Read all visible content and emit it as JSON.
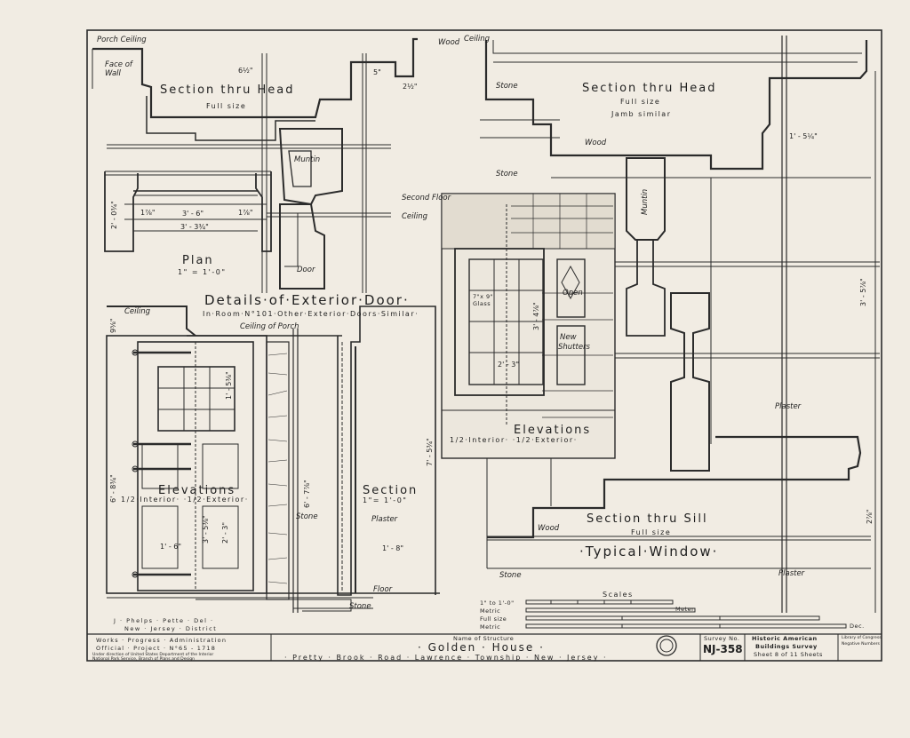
{
  "drawing": {
    "main_title": "Details·of·Exterior·Door·",
    "main_subtitle": "In·Room·N°101·Other·Exterior·Doors·Similar·",
    "door_head_section": {
      "title": "Section thru Head",
      "scale": "Full size"
    },
    "door_plan": {
      "title": "Plan",
      "scale": "1\" = 1'-0\""
    },
    "door_elevations": {
      "title": "Elevations",
      "subtitle": "1/2·Interior·  ·1/2·Exterior·"
    },
    "door_section": {
      "title": "Section",
      "scale": "1\"= 1'-0\""
    },
    "window_head_section": {
      "title": "Section thru Head",
      "scale": "Full size",
      "note": "Jamb similar"
    },
    "window_elevations": {
      "title": "Elevations",
      "subtitle": "1/2·Interior·  ·1/2·Exterior·"
    },
    "window_sill_section": {
      "title": "Section thru Sill",
      "scale": "Full size"
    },
    "typical_window": "·Typical·Window·",
    "notes": {
      "porch_ceiling": "Porch Ceiling",
      "face_of_wall": "Face of",
      "face_of_wall_2": "Wall",
      "wood_1": "Wood",
      "ceiling_1": "Ceiling",
      "muntin_1": "Muntin",
      "door": "Door",
      "ceiling_2": "Ceiling",
      "ceiling_of_porch": "Ceiling of Porch",
      "stone_1": "Stone",
      "plaster_1": "Plaster",
      "floor": "Floor",
      "stone_2": "Stone",
      "stone_3": "Stone",
      "stone_4": "Stone",
      "wood_2": "Wood",
      "second_floor": "Second Floor",
      "ceiling_3": "Ceiling",
      "muntin_2": "Muntin",
      "glass": "7\"x 9\"",
      "glass_2": "Glass",
      "open": "Open",
      "new": "New",
      "shutters": "Shutters",
      "plaster_2": "Plaster",
      "wood_3": "Wood",
      "stone_5": "Stone",
      "plaster_3": "Plaster"
    },
    "dimensions": {
      "d1": "6½\"",
      "d2": "5\"",
      "d3": "2½\"",
      "d4": "9⅝\"",
      "d5": "3' - 6\"",
      "d6": "3' - 3¾\"",
      "d7": "1⅞\"",
      "d8": "1⅞\"",
      "d9": "2' - 0¾\"",
      "d10": "1' - 5⅜\"",
      "d11": "3' - 5⅜\"",
      "d12": "2' - 3\"",
      "d13": "1' - 6\"",
      "d14": "6' - 8¾\"",
      "d15": "6' - 7⅞\"",
      "d16": "7' - 5¾\"",
      "d17": "1' - 8\"",
      "d18": "3' - 4⅞\"",
      "d19": "2' - 3\"",
      "d20": "1' - 5¼\"",
      "d21": "3' - 5⅞\"",
      "d22": "2⅞\""
    },
    "scales": {
      "title": "Scales",
      "row1": "1\" to 1'-0\"",
      "row2": "Metric",
      "row3": "Full size",
      "row4": "Metric",
      "unit": "Meter",
      "dec": "Dec."
    }
  },
  "title_block": {
    "delineators": "J · Phelps · Pette · Del ·",
    "district": "New · Jersey · District",
    "wpa_line1": "Works · Progress · Administration",
    "wpa_line2": "Official · Project · N°65 - 1718",
    "under_direction": "Under direction of United States Department of the Interior",
    "nps": "National Park Service, Branch of Plans and Design",
    "name_label": "Name of Structure",
    "structure_name": "· Golden · House ·",
    "location": "· Pretty · Brook · Road · Lawrence · Township · New · Jersey ·",
    "survey_label": "Survey No.",
    "survey_no": "NJ-358",
    "habs_line1": "Historic American",
    "habs_line2": "Buildings Survey",
    "sheet_info": "Sheet 8 of 11 Sheets",
    "loc_line1": "Library of Congress",
    "loc_line2": "Negative Numbers"
  }
}
